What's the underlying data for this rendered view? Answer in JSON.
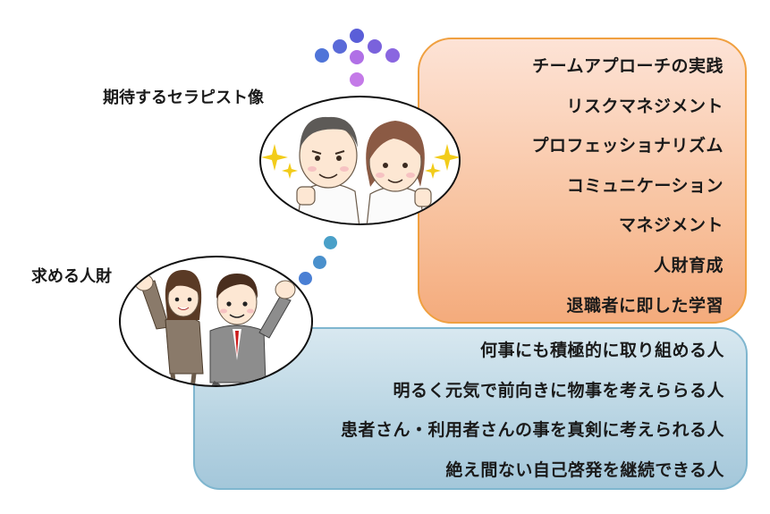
{
  "labels": {
    "therapist": "期待するセラピスト像",
    "talent": "求める人財"
  },
  "therapist_box": {
    "items": [
      "チームアプローチの実践",
      "リスクマネジメント",
      "プロフェッショナリズム",
      "コミュニケーション",
      "マネジメント",
      "人財育成",
      "退職者に即した学習"
    ]
  },
  "talent_box": {
    "items": [
      "何事にも積極的に取り組める人",
      "明るく元気で前向きに物事を考えららる人",
      "患者さん・利用者さんの事を真剣に考えられる人",
      "絶え間ない自己啓発を継続できる人"
    ]
  },
  "colors": {
    "orange_border": "#f0a040",
    "orange_fill": "#f8c3a0",
    "blue_border": "#7fb6cf",
    "blue_fill": "#b9d5e3",
    "arrow_dots_top": "#5a6ad8",
    "arrow_dots_purple": "#c07ae8",
    "trail_dots": "#4a8fd0"
  }
}
